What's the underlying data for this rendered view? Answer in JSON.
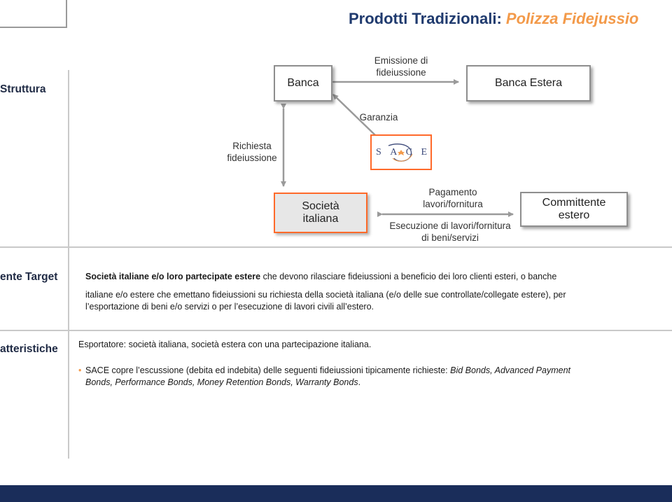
{
  "header": {
    "title_main": "Prodotti Tradizionali: ",
    "title_accent": "Polizza Fidejussio"
  },
  "sections": {
    "struttura": "Struttura",
    "cliente_target": "ente Target",
    "caratteristiche": "atteristiche"
  },
  "diagram": {
    "banca": "Banca",
    "banca_estera": "Banca Estera",
    "emissione_line1": "Emissione di",
    "emissione_line2": "fideiussione",
    "garanzia": "Garanzia",
    "richiesta_line1": "Richiesta",
    "richiesta_line2": "fideiussione",
    "sace_logo": "SACE",
    "societa_line1": "Società",
    "societa_line2": "italiana",
    "committente_line1": "Committente",
    "committente_line2": "estero",
    "pagamento_line1": "Pagamento",
    "pagamento_line2": "lavori/fornitura",
    "esecuzione_line1": "Esecuzione di lavori/fornitura",
    "esecuzione_line2": "di beni/servizi"
  },
  "target": {
    "bold": "Società italiane e/o loro partecipate estere",
    "line1_rest": "che devono rilasciare fideiussioni a beneficio dei loro clienti esteri, o banche",
    "line2": "italiane e/o estere che emettano fideiussioni su richiesta della società italiana (e/o delle sue controllate/collegate estere), per",
    "line3": "l’esportazione di beni e/o servizi o per l’esecuzione di lavori civili all’estero."
  },
  "caratteristiche": {
    "line1": "Esportatore: società italiana, società estera con una partecipazione italiana.",
    "bullet": "•",
    "bullet_text_1": "SACE copre l’escussione (debita ed indebita) delle seguenti fideiussioni tipicamente richieste:",
    "bullet_italic_1": "Bid Bonds, Advanced Payment",
    "bullet_italic_2": "Bonds, Performance Bonds, Money Retention Bonds, Warranty Bonds",
    "bullet_end": "."
  },
  "colors": {
    "title": "#1f3a6e",
    "accent": "#f39a4a",
    "orange_border": "#ff6a2a",
    "footer_bar": "#1a2d5a"
  }
}
